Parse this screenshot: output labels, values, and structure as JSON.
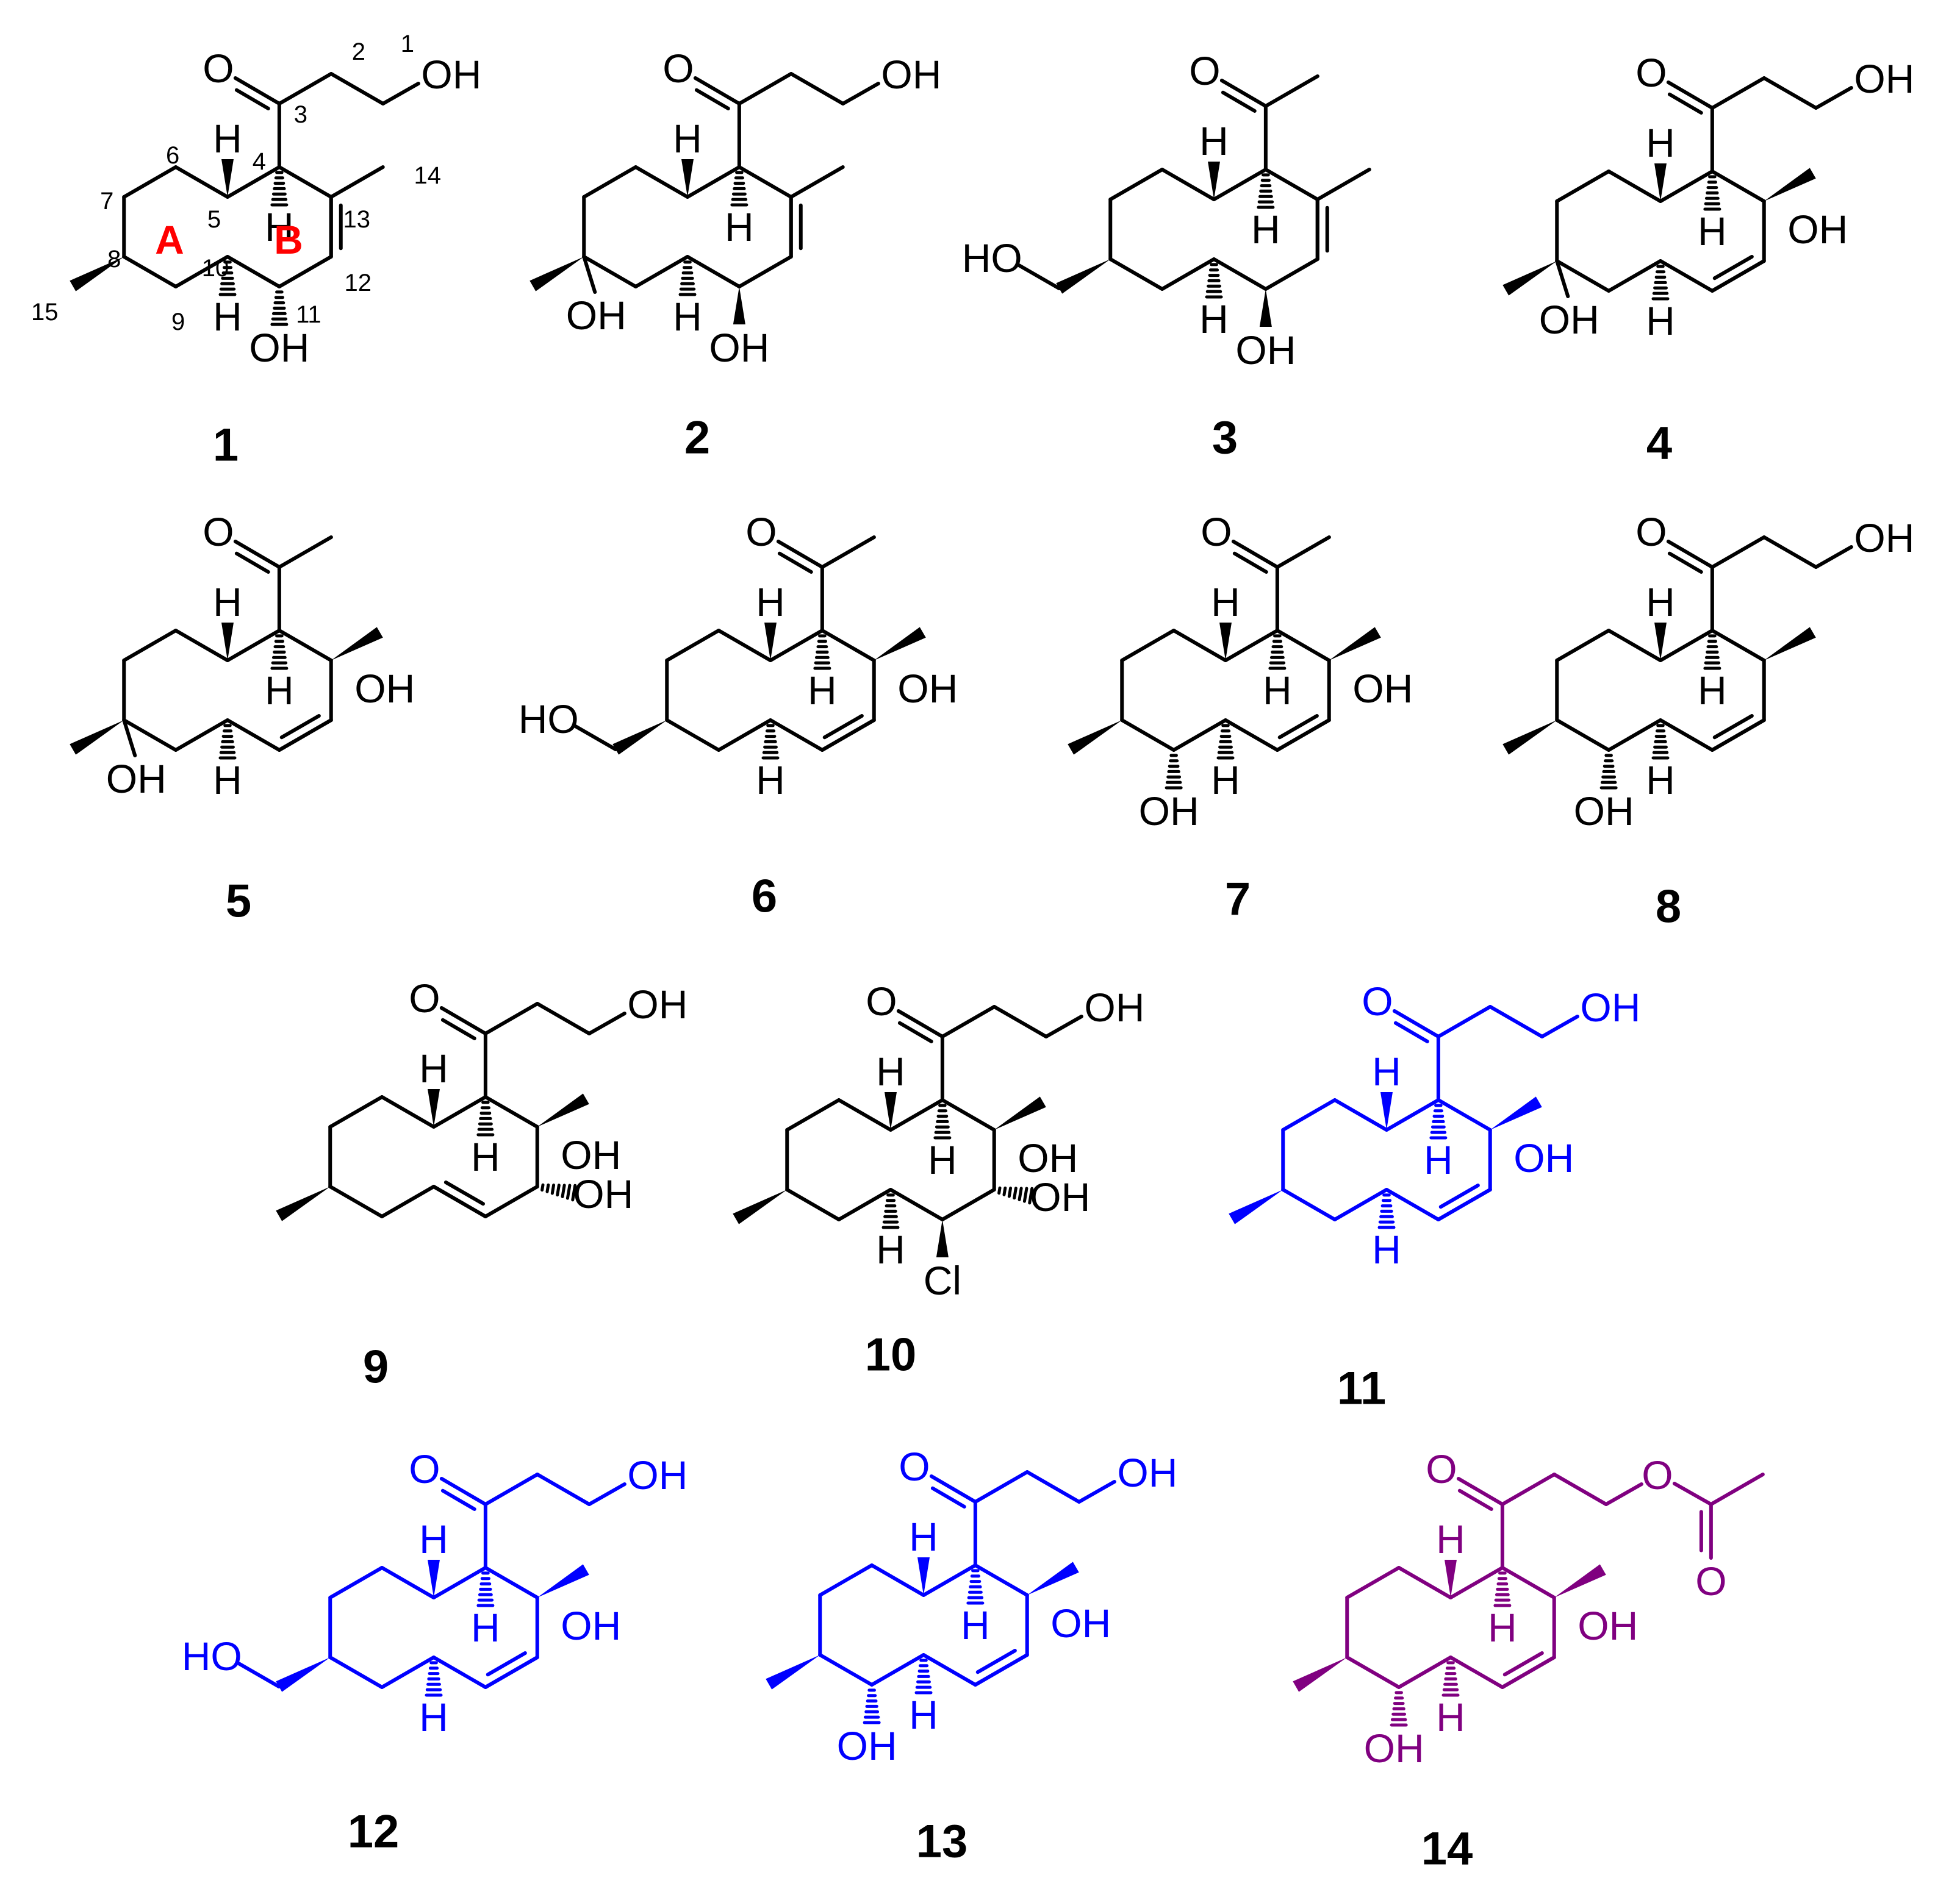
{
  "palette": {
    "black": "#000000",
    "blue": "#0000ff",
    "purple": "#800080",
    "red": "#ff0000"
  },
  "compounds": [
    {
      "id": "1",
      "color": "black"
    },
    {
      "id": "2",
      "color": "black"
    },
    {
      "id": "3",
      "color": "black"
    },
    {
      "id": "4",
      "color": "black"
    },
    {
      "id": "5",
      "color": "black"
    },
    {
      "id": "6",
      "color": "black"
    },
    {
      "id": "7",
      "color": "black"
    },
    {
      "id": "8",
      "color": "black"
    },
    {
      "id": "9",
      "color": "black"
    },
    {
      "id": "10",
      "color": "black"
    },
    {
      "id": "11",
      "color": "blue"
    },
    {
      "id": "12",
      "color": "blue"
    },
    {
      "id": "13",
      "color": "blue"
    },
    {
      "id": "14",
      "color": "purple"
    }
  ],
  "atoms": {
    "O": "O",
    "OH": "OH",
    "HO": "HO",
    "H": "H",
    "Cl": "Cl"
  },
  "ring_labels": {
    "A": "A",
    "B": "B"
  },
  "locants": [
    "1",
    "2",
    "3",
    "4",
    "5",
    "6",
    "7",
    "8",
    "9",
    "10",
    "11",
    "12",
    "13",
    "14",
    "15"
  ]
}
